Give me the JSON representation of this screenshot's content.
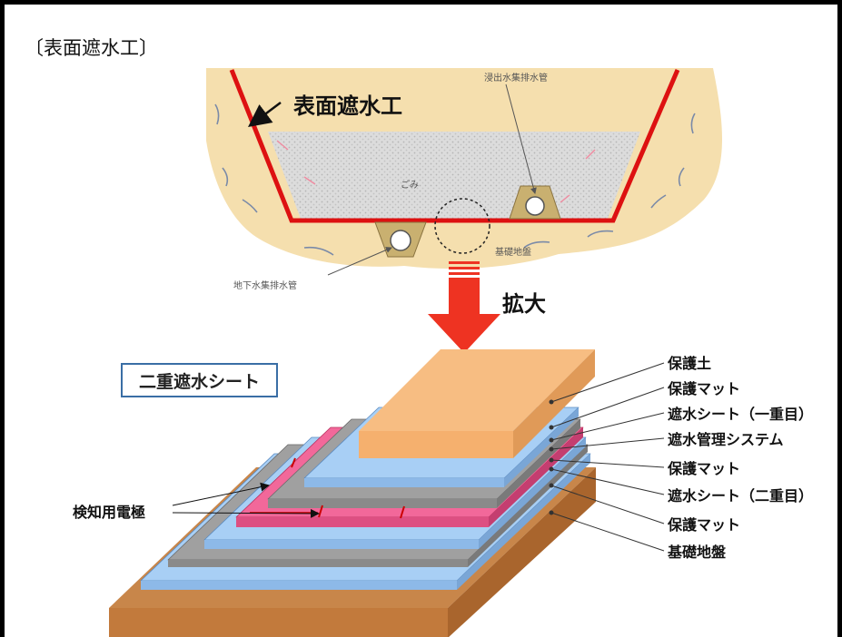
{
  "heading": "〔表面遮水工〕",
  "upper": {
    "surface_liner_label": "表面遮水工",
    "leachate_pipe_label": "浸出水集排水管",
    "waste_label": "ごみ",
    "foundation_label": "基礎地盤",
    "groundwater_pipe_label": "地下水集排水管"
  },
  "enlarge_label": "拡大",
  "lower": {
    "title": "二重遮水シート",
    "electrode_label": "検知用電極",
    "layers": [
      "保護土",
      "保護マット",
      "遮水シート（一重目）",
      "遮水管理システム",
      "保護マット",
      "遮水シート（二重目）",
      "保護マット",
      "基礎地盤"
    ]
  },
  "colors": {
    "soil": "#f5dfae",
    "liner": "#dd1111",
    "waste": "#d8d8d8",
    "arrow": "#ee3322",
    "protective_soil": "#f5b06e",
    "mat": "#a8cff5",
    "sheet": "#a0a0a0",
    "detection": "#f2689a",
    "ground": "#c8864a",
    "title_box_border": "#3a6ea5"
  }
}
